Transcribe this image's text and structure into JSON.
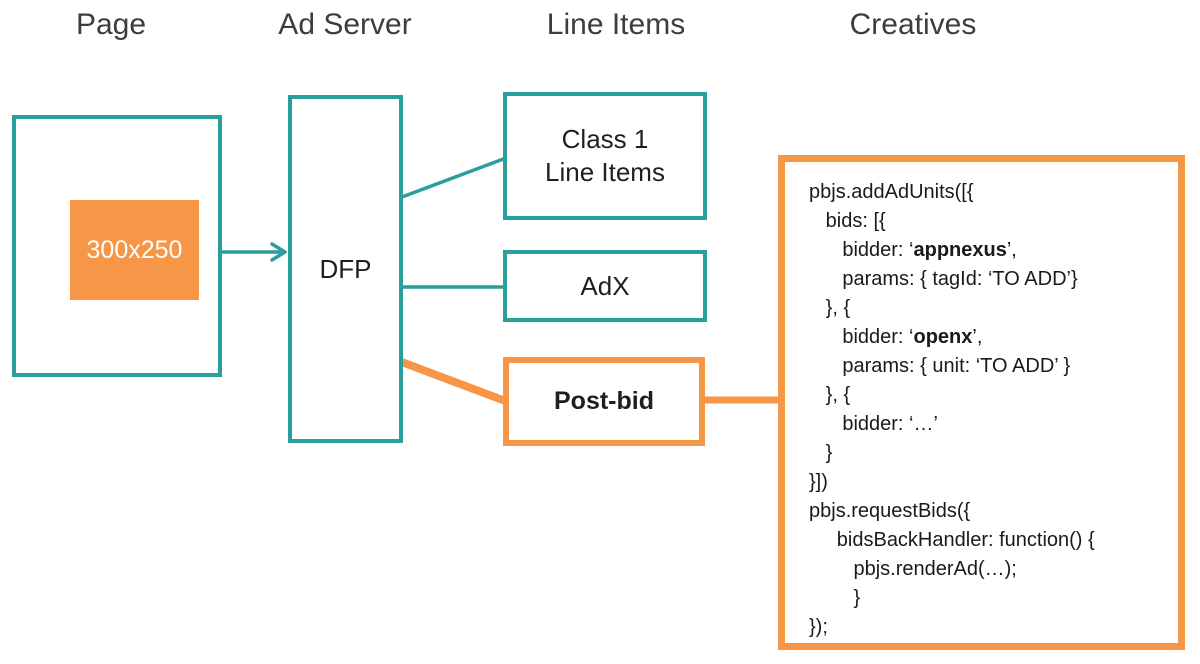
{
  "headers": [
    {
      "label": "Page"
    },
    {
      "label": "Ad Server"
    },
    {
      "label": "Line Items"
    },
    {
      "label": "Creatives"
    }
  ],
  "page": {
    "ad_slot_label": "300x250"
  },
  "ad_server": {
    "dfp_label": "DFP"
  },
  "line_items": {
    "class1_line1": "Class 1",
    "class1_line2": "Line Items",
    "adx_label": "AdX",
    "postbid_label": "Post-bid"
  },
  "creatives": {
    "code_lines": [
      [
        {
          "t": "pbjs.addAdUnits([{",
          "b": false
        }
      ],
      [
        {
          "t": "   bids: [{",
          "b": false
        }
      ],
      [
        {
          "t": "      bidder: ‘",
          "b": false
        },
        {
          "t": "appnexus",
          "b": true
        },
        {
          "t": "’,",
          "b": false
        }
      ],
      [
        {
          "t": "      params: { tagId: ‘TO ADD’}",
          "b": false
        }
      ],
      [
        {
          "t": "   }, {",
          "b": false
        }
      ],
      [
        {
          "t": "      bidder: ‘",
          "b": false
        },
        {
          "t": "openx",
          "b": true
        },
        {
          "t": "’,",
          "b": false
        }
      ],
      [
        {
          "t": "      params: { unit: ‘TO ADD’ }",
          "b": false
        }
      ],
      [
        {
          "t": "   }, {",
          "b": false
        }
      ],
      [
        {
          "t": "      bidder: ‘…’",
          "b": false
        }
      ],
      [
        {
          "t": "   }",
          "b": false
        }
      ],
      [
        {
          "t": "}])",
          "b": false
        }
      ],
      [
        {
          "t": "pbjs.requestBids({",
          "b": false
        }
      ],
      [
        {
          "t": "     bidsBackHandler: function() {",
          "b": false
        }
      ],
      [
        {
          "t": "        pbjs.renderAd(…);",
          "b": false
        }
      ],
      [
        {
          "t": "        }",
          "b": false
        }
      ],
      [
        {
          "t": "});",
          "b": false
        }
      ]
    ]
  },
  "colors": {
    "teal": "#2A9D9D",
    "orange": "#F79646"
  }
}
